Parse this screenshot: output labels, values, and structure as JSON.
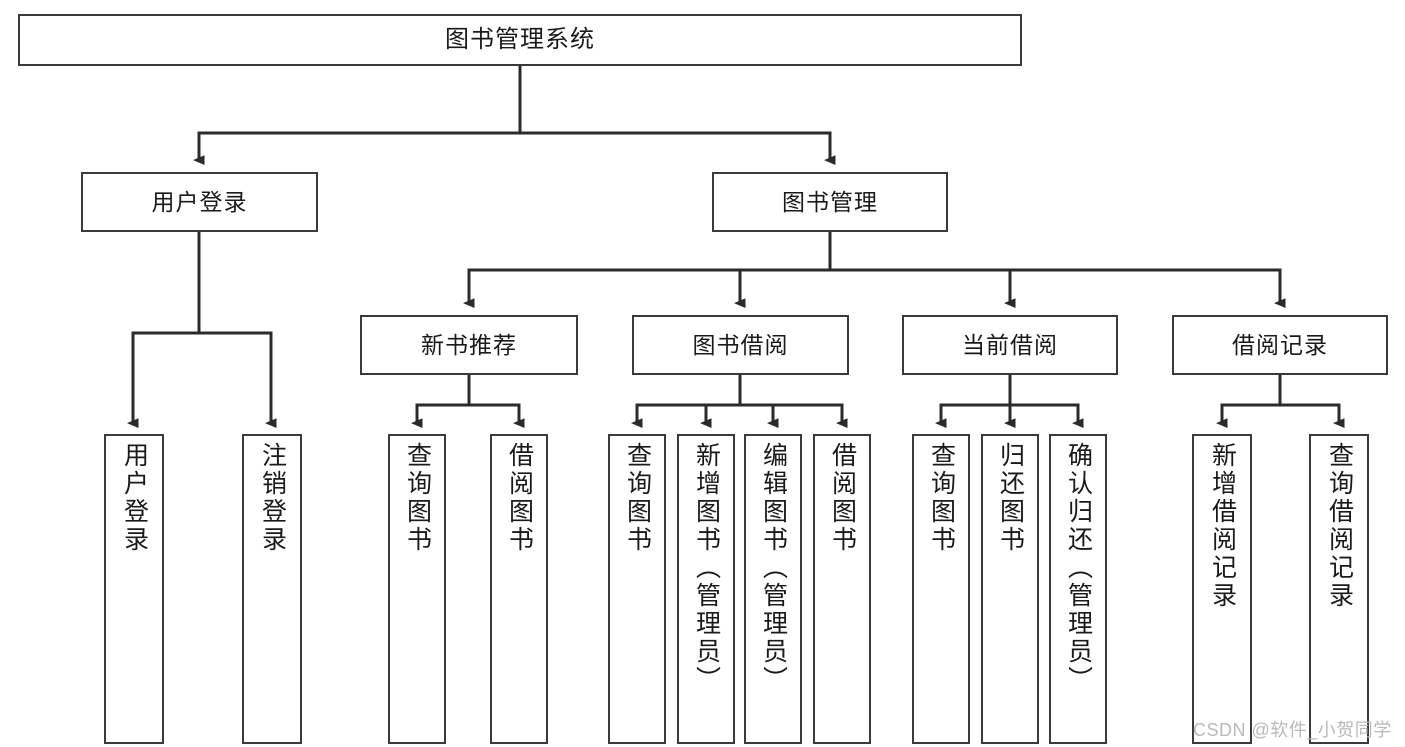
{
  "diagram": {
    "type": "tree",
    "title": "图书管理系统",
    "watermark": "CSDN @软件_小贺同学",
    "colors": {
      "box_border": "#3a3a3a",
      "box_fill": "#ffffff",
      "edge": "#2b2b2b",
      "text": "#1a1a1a",
      "watermark": "#b9b9b9"
    },
    "root": {
      "label": "图书管理系统"
    },
    "level2": [
      {
        "label": "用户登录"
      },
      {
        "label": "图书管理"
      }
    ],
    "level3": [
      {
        "label": "新书推荐"
      },
      {
        "label": "图书借阅"
      },
      {
        "label": "当前借阅"
      },
      {
        "label": "借阅记录"
      }
    ],
    "leaves": {
      "user_login": [
        {
          "label": "用户登录"
        },
        {
          "label": "注销登录"
        }
      ],
      "new_book_recommend": [
        {
          "label": "查询图书"
        },
        {
          "label": "借阅图书"
        }
      ],
      "book_borrow": [
        {
          "label": "查询图书"
        },
        {
          "label": "新增图书（管理员）"
        },
        {
          "label": "编辑图书（管理员）"
        },
        {
          "label": "借阅图书"
        }
      ],
      "current_borrow": [
        {
          "label": "查询图书"
        },
        {
          "label": "归还图书"
        },
        {
          "label": "确认归还（管理员）"
        }
      ],
      "borrow_record": [
        {
          "label": "新增借阅记录"
        },
        {
          "label": "查询借阅记录"
        }
      ]
    }
  }
}
